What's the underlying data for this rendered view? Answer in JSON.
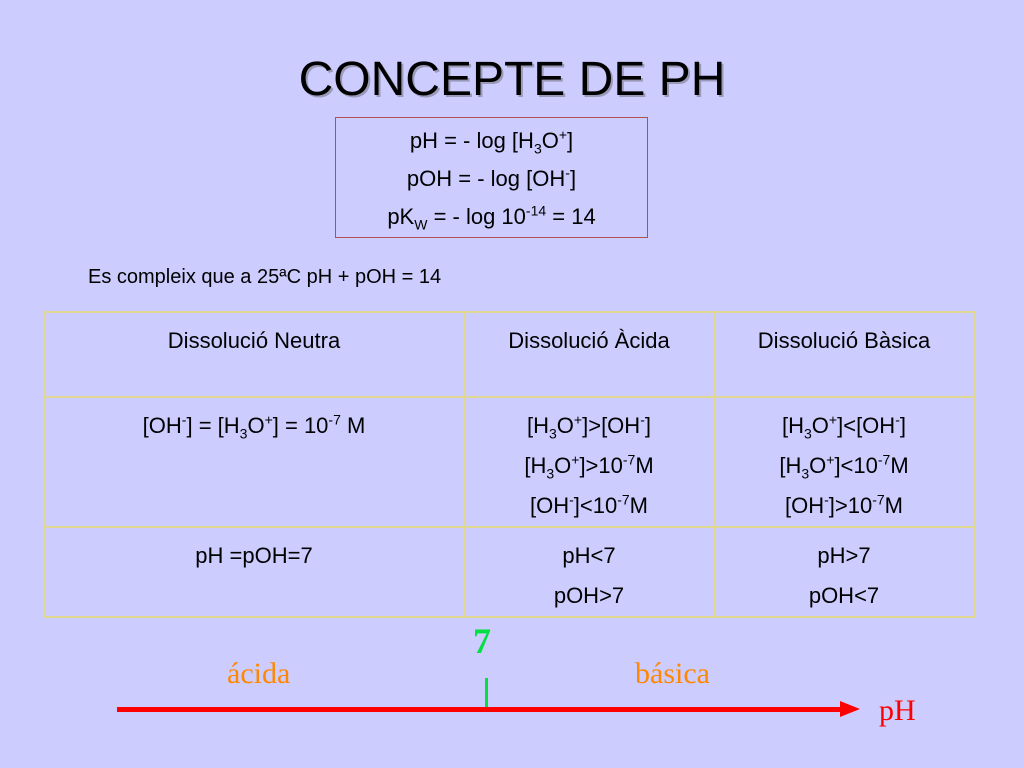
{
  "title": "CONCEPTE DE PH",
  "formulas": {
    "ph": {
      "pre": "pH = - log [H",
      "sub": "3",
      "mid": "O",
      "sup": "+",
      "post": "]"
    },
    "poh": {
      "pre": "pOH = - log [OH",
      "sup": "-",
      "post": "]"
    },
    "pkw": {
      "pre": "pK",
      "sub": "W",
      "mid": " = - log 10",
      "sup": "-14",
      "post": " = 14"
    }
  },
  "note": "Es compleix que a 25ªC pH + pOH = 14",
  "table": {
    "headers": [
      "Dissolució Neutra",
      "Dissolució Àcida",
      "Dissolució Bàsica"
    ],
    "neutral_relation": {
      "a": "[OH",
      "a_sup": "-",
      "b": "] = [H",
      "b_sub": "3",
      "c": "O",
      "c_sup": "+",
      "d": "] = 10",
      "d_sup": "-7",
      "e": " M"
    },
    "acid_relations": [
      {
        "a": "[H",
        "a_sub": "3",
        "b": "O",
        "b_sup": "+",
        "c": "]>[OH",
        "c_sup": "-",
        "d": "]"
      },
      {
        "a": "[H",
        "a_sub": "3",
        "b": "O",
        "b_sup": "+",
        "c": "]>10",
        "c_sup": "-7",
        "d": "M"
      },
      {
        "a": "[OH",
        "a_sup": "-",
        "b": "]<10",
        "b_sup": "-7",
        "c": "M"
      }
    ],
    "basic_relations": [
      {
        "a": "[H",
        "a_sub": "3",
        "b": "O",
        "b_sup": "+",
        "c": "]<[OH",
        "c_sup": "-",
        "d": "]"
      },
      {
        "a": "[H",
        "a_sub": "3",
        "b": "O",
        "b_sup": "+",
        "c": "]<10",
        "c_sup": "-7",
        "d": "M"
      },
      {
        "a": "[OH",
        "a_sup": "-",
        "b": "]>10",
        "b_sup": "-7",
        "c": "M"
      }
    ],
    "neutral_ph": "pH =pOH=7",
    "acid_ph": [
      "pH<7",
      "pOH>7"
    ],
    "basic_ph": [
      "pH>7",
      "pOH<7"
    ]
  },
  "scale": {
    "neutral_value": "7",
    "acid_label": "ácida",
    "basic_label": "básica",
    "axis_label": "pH",
    "colors": {
      "acid": "#ff8800",
      "basic": "#ff8800",
      "neutral": "#00e040",
      "axis": "#ff0000",
      "axis_label": "#ff0000"
    }
  }
}
